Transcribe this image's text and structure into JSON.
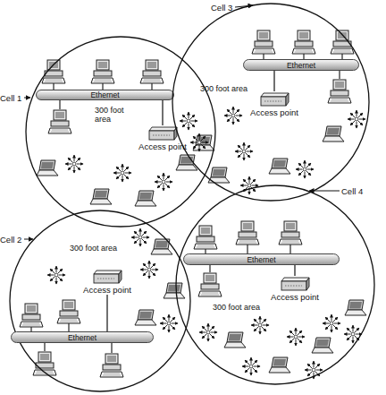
{
  "diagram": {
    "nodes": [
      {
        "text": [
          "Cell 1"
        ]
      },
      {
        "text": [
          "Ethernet"
        ],
        "in": 0
      },
      {
        "text": [
          "Access point"
        ],
        "in": 0
      },
      {
        "text": [
          "Cell 3"
        ]
      },
      {
        "text": [
          "Ethernet"
        ],
        "in": 3
      },
      {
        "text": [
          "Access point"
        ],
        "in": 3
      },
      {
        "text": [
          "Cell 2"
        ]
      },
      {
        "text": [
          "Ethernet"
        ],
        "in": 6
      },
      {
        "text": [
          "Access point"
        ],
        "in": 6
      },
      {
        "text": [
          "Cell 4"
        ]
      },
      {
        "text": [
          "Ethernet"
        ],
        "in": 9
      },
      {
        "text": [
          "Access point"
        ],
        "in": 9
      }
    ],
    "edges": [
      {
        "from": 1,
        "to": 2,
        "arrow": "none"
      },
      {
        "from": 4,
        "to": 5,
        "arrow": "none"
      },
      {
        "from": 7,
        "to": 8,
        "arrow": "none"
      },
      {
        "from": 10,
        "to": 11,
        "arrow": "none"
      }
    ],
    "labels": [
      "300 foot area",
      "300 foot area",
      "300 foot area",
      "300 foot area"
    ]
  }
}
